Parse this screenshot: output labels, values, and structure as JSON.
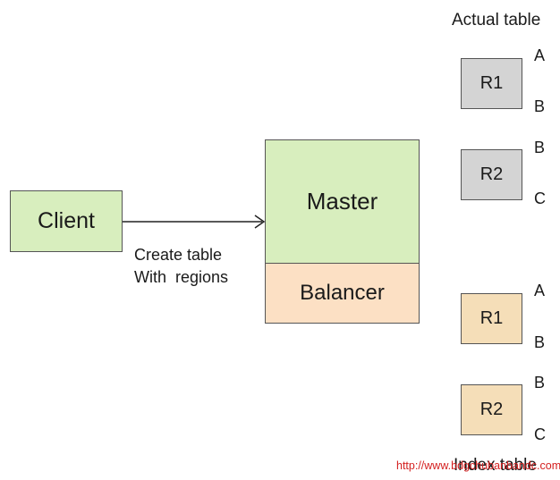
{
  "client": {
    "label": "Client"
  },
  "master": {
    "label": "Master"
  },
  "balancer": {
    "label": "Balancer"
  },
  "edge": {
    "line1": "Create table",
    "line2": "With  regions"
  },
  "actual_table": {
    "title": "Actual table",
    "regions": [
      {
        "label": "R1",
        "start": "A",
        "end": "B"
      },
      {
        "label": "R2",
        "start": "B",
        "end": "C"
      }
    ]
  },
  "index_table": {
    "title": "Index table",
    "regions": [
      {
        "label": "R1",
        "start": "A",
        "end": "B"
      },
      {
        "label": "R2",
        "start": "B",
        "end": "C"
      }
    ]
  },
  "watermark": "http://www.bdgchubanbandc.com",
  "colors": {
    "green": "#d8eebe",
    "orange": "#fce0c4",
    "grey": "#d4d4d4",
    "tan": "#f5deb8",
    "watermark": "#d42020"
  }
}
